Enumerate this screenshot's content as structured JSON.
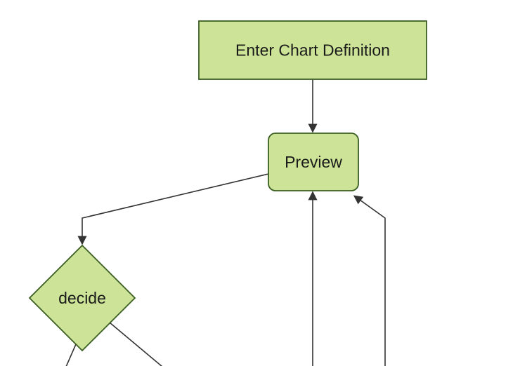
{
  "diagram": {
    "type": "flowchart",
    "orientation": "top-down",
    "colors": {
      "background": "#ffffff",
      "node_fill": "#cde498",
      "node_stroke": "#3b5e22",
      "edge_color": "#333333",
      "text_color": "#1a1a1a"
    },
    "nodes": [
      {
        "id": "enter-chart-definition",
        "label": "Enter Chart Definition",
        "shape": "rectangle"
      },
      {
        "id": "preview",
        "label": "Preview",
        "shape": "rounded-rectangle"
      },
      {
        "id": "decide",
        "label": "decide",
        "shape": "diamond"
      }
    ],
    "edges": [
      {
        "from": "enter-chart-definition",
        "to": "preview",
        "arrow": true
      },
      {
        "from": "preview",
        "to": "decide",
        "arrow": true
      },
      {
        "from": "offscreen-bottom",
        "to": "preview",
        "arrow": true
      },
      {
        "from": "offscreen-bottom-right",
        "to": "preview",
        "arrow": true
      },
      {
        "from": "decide",
        "to": "offscreen-bottom-left",
        "arrow": false
      },
      {
        "from": "decide",
        "to": "offscreen-bottom-right",
        "arrow": false
      }
    ]
  }
}
